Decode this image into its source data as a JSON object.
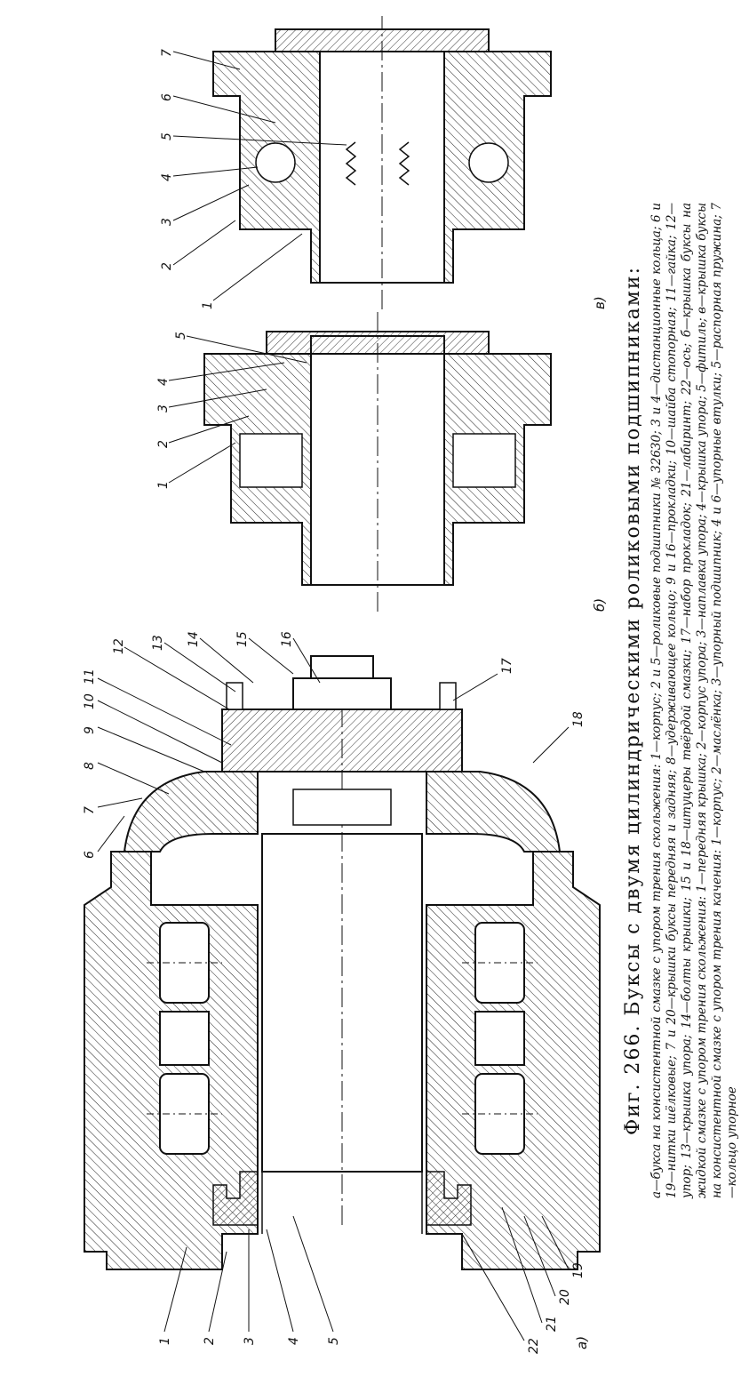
{
  "figure": {
    "title": "Фиг. 266. Буксы с двумя цилиндрическими роликовыми подшипниками:",
    "caption": "а—букса на консистентной смазке с упором трения скольжения: 1—корпус; 2 и 5—роликовые подшипники № 32630; 3 и 4—дистанционные кольца; 6 и 19—нитки шёлковые; 7 и 20—крышки буксы передняя и задняя; 8—удерживающее кольцо; 9 и 16—прокладки; 10—шайба стопорная; 11—гайка; 12—упор; 13—крышка упора; 14—болты крышки; 15 и 18—штуцеры твёрдой смазки; 17—набор прокладок; 21—лабиринт; 22—ось; б—крышка буксы на жидкой смазке с упором трения скольжения: 1—передняя крышка; 2—корпус упора; 3—наплавка упора; 4—крышка упора; 5—фитиль; в—крышка буксы на консистентной смазке с упором трения качения: 1—корпус; 2—маслёнка; 3—упорный подшипник; 4 и 6—упорные втулки; 5—распорная пружина; 7—кольцо упорное"
  },
  "views": {
    "a": {
      "label": "а)",
      "numbers": [
        "1",
        "2",
        "3",
        "4",
        "5",
        "6",
        "7",
        "8",
        "9",
        "10",
        "11",
        "12",
        "13",
        "14",
        "15",
        "16",
        "17",
        "18",
        "19",
        "20",
        "21",
        "22"
      ]
    },
    "b": {
      "label": "б)",
      "numbers": [
        "1",
        "2",
        "3",
        "4",
        "5"
      ]
    },
    "v": {
      "label": "в)",
      "numbers": [
        "1",
        "2",
        "3",
        "4",
        "5",
        "6",
        "7"
      ]
    }
  }
}
